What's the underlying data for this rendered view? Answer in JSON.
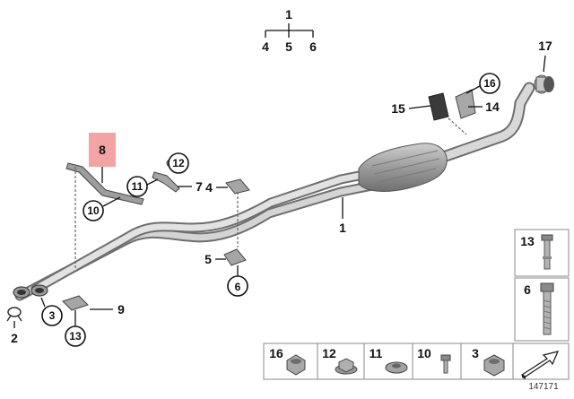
{
  "diagram": {
    "group": {
      "parent": "1",
      "children": [
        "4",
        "5",
        "6"
      ]
    },
    "callouts": {
      "p17": "17",
      "p16": "16",
      "p15": "15",
      "p14": "14",
      "p8": "8",
      "p12": "12",
      "p11": "11",
      "p7": "7",
      "p10": "10",
      "p4": "4",
      "p1": "1",
      "p5": "5",
      "p6": "6",
      "p9": "9",
      "p2": "2",
      "p3": "3",
      "p13": "13"
    },
    "side_legend": [
      "13",
      "6"
    ],
    "bottom_legend": [
      "16",
      "12",
      "11",
      "10",
      "3"
    ],
    "reference": "147171",
    "colors": {
      "highlight": "#f2a3a3",
      "pipe": "#c8c8c8",
      "line": "#111111"
    }
  }
}
